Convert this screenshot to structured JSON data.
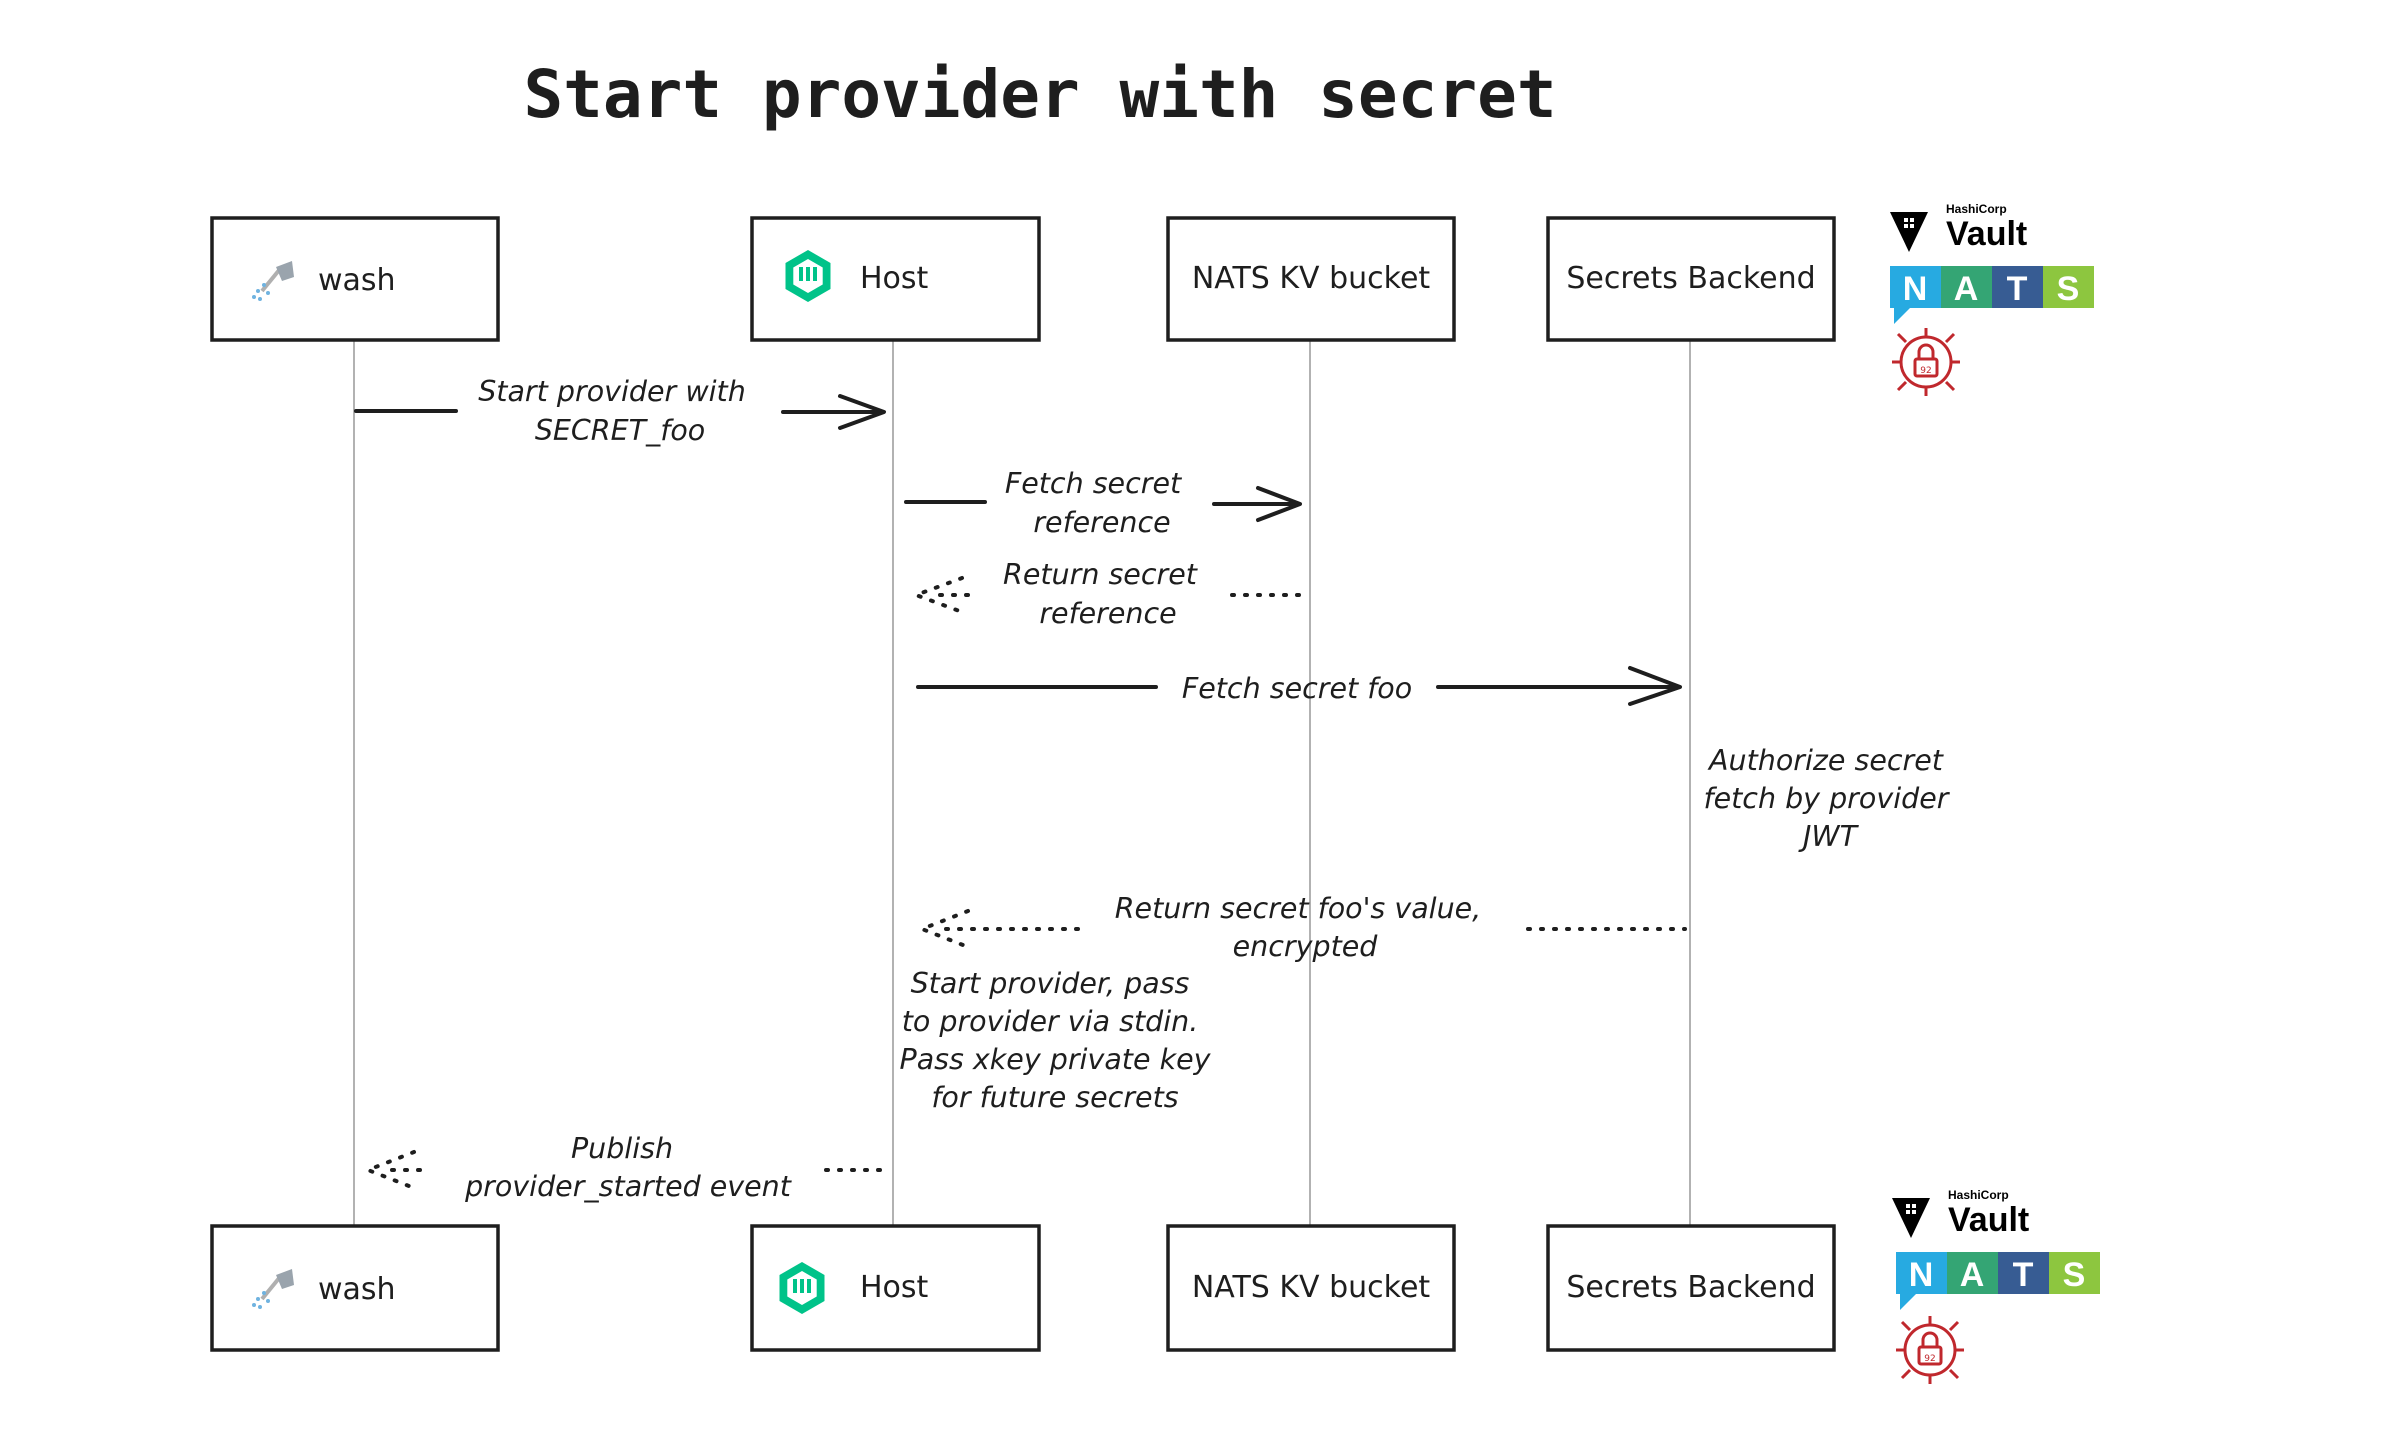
{
  "title": "Start provider with secret",
  "participants": [
    {
      "id": "wash",
      "label": "wash",
      "icon": "shower-icon"
    },
    {
      "id": "host",
      "label": "Host",
      "icon": "wasmcloud-logo-icon"
    },
    {
      "id": "nats",
      "label": "NATS KV bucket",
      "icon": ""
    },
    {
      "id": "secrets",
      "label": "Secrets Backend",
      "icon": ""
    }
  ],
  "messages": [
    {
      "id": "m1",
      "from": "wash",
      "to": "host",
      "style": "solid",
      "lines": [
        "Start provider with",
        "SECRET_foo"
      ]
    },
    {
      "id": "m2",
      "from": "host",
      "to": "nats",
      "style": "solid",
      "lines": [
        "Fetch secret",
        "reference"
      ]
    },
    {
      "id": "m3",
      "from": "nats",
      "to": "host",
      "style": "dotted",
      "lines": [
        "Return secret",
        "reference"
      ]
    },
    {
      "id": "m4",
      "from": "host",
      "to": "secrets",
      "style": "solid",
      "lines": [
        "Fetch secret foo"
      ]
    },
    {
      "id": "m5",
      "from": "secrets",
      "to": "host",
      "style": "dotted",
      "lines": [
        "Return secret foo's value,",
        "encrypted"
      ]
    },
    {
      "id": "m6",
      "from": "host",
      "to": "wash",
      "style": "dotted",
      "lines": [
        "Publish",
        "provider_started event"
      ]
    }
  ],
  "notes": [
    {
      "id": "n1",
      "on": "secrets",
      "lines": [
        "Authorize secret",
        "fetch by provider",
        "JWT"
      ]
    },
    {
      "id": "n2",
      "on": "host",
      "lines": [
        "Start provider, pass",
        "to provider via stdin.",
        "Pass xkey private key",
        "for future secrets"
      ]
    }
  ],
  "logos": {
    "vault_small": "HashiCorp",
    "vault_name": "Vault",
    "nats_letters": [
      "N",
      "A",
      "T",
      "S"
    ],
    "nats_colors": [
      "#27aae1",
      "#34a574",
      "#375c93",
      "#8dc63f"
    ],
    "lock_color": "#c0282d",
    "lock_number": "92"
  }
}
